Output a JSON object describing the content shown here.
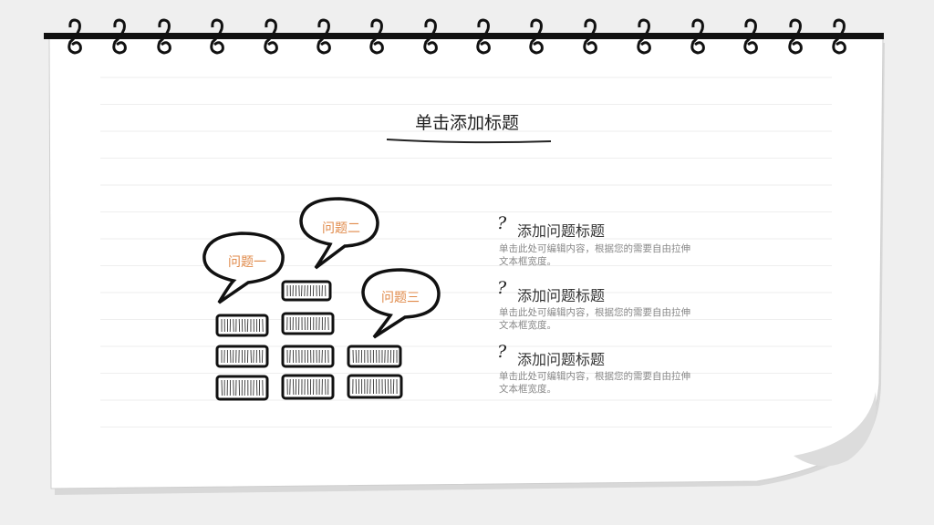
{
  "slide": {
    "title": "单击添加标题"
  },
  "bubbles": [
    {
      "label": "问题一"
    },
    {
      "label": "问题二"
    },
    {
      "label": "问题三"
    }
  ],
  "items": [
    {
      "icon": "question-mark-icon",
      "title": "添加问题标题",
      "body": "单击此处可编辑内容，根据您的需要自由拉伸文本框宽度。"
    },
    {
      "icon": "question-mark-icon",
      "title": "添加问题标题",
      "body": "单击此处可编辑内容，根据您的需要自由拉伸文本框宽度。"
    },
    {
      "icon": "question-mark-icon",
      "title": "添加问题标题",
      "body": "单击此处可编辑内容，根据您的需要自由拉伸文本框宽度。"
    }
  ],
  "colors": {
    "background": "#efefef",
    "paper": "#ffffff",
    "ink": "#111111",
    "accent": "#e08a4a",
    "rule_line": "#eeeeee"
  }
}
